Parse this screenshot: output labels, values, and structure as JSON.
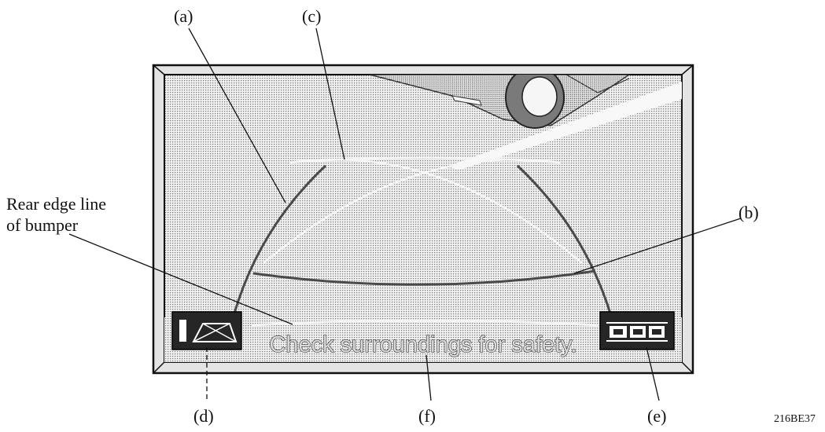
{
  "callouts": {
    "a": "(a)",
    "b": "(b)",
    "c": "(c)",
    "d": "(d)",
    "e": "(e)",
    "f": "(f)"
  },
  "rear_edge_label": {
    "line1": "Rear edge line",
    "line2": "of bumper"
  },
  "screen": {
    "message": "Check surroundings for safety."
  },
  "figure_code": "216BE37",
  "icons": {
    "left": "guide-line-mode-icon",
    "right": "parking-mode-icon"
  }
}
